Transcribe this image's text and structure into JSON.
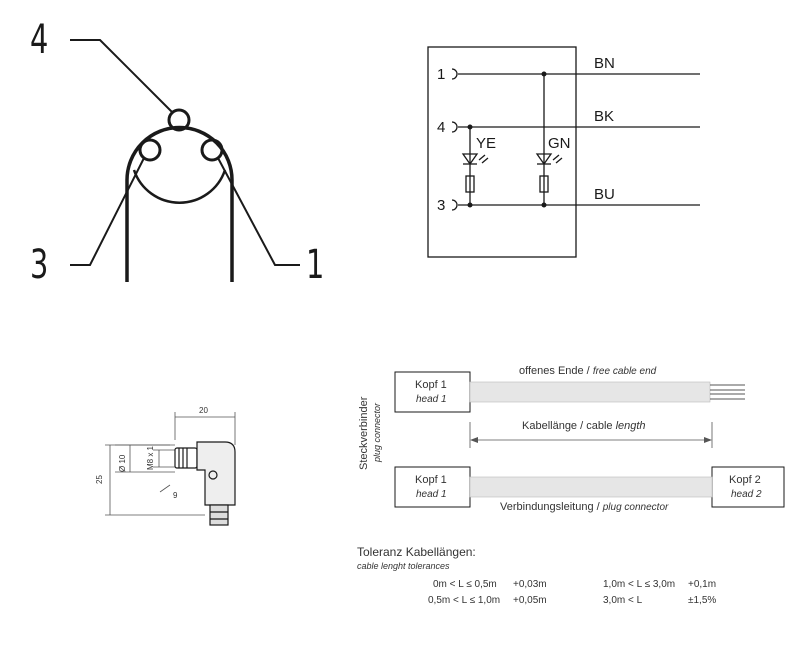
{
  "pin_view": {
    "pins": [
      "4",
      "3",
      "1"
    ]
  },
  "schematic": {
    "pins": [
      "1",
      "4",
      "3"
    ],
    "wires": [
      "BN",
      "BK",
      "BU"
    ],
    "leds": [
      "YE",
      "GN"
    ]
  },
  "dimensions": {
    "width": "20",
    "height": "25",
    "diameter": "Ø 10",
    "thread": "M8 x 1",
    "wrench": "9"
  },
  "cable": {
    "vertical_label": "Steckverbinder",
    "vertical_label_en": "plug connector",
    "head1": "Kopf 1",
    "head1_en": "head 1",
    "head2": "Kopf 2",
    "head2_en": "head 2",
    "free_end": "offenes Ende / ",
    "free_end_en": "free cable end",
    "cable_length": "Kabellänge / cable ",
    "cable_length_en": "length",
    "connection": "Verbindungsleitung / ",
    "connection_en": "plug connector"
  },
  "tolerance": {
    "title": "Toleranz Kabellängen:",
    "subtitle": "cable lenght tolerances",
    "rows": [
      {
        "range": "0m < L ≤ 0,5m",
        "value": "+0,03m"
      },
      {
        "range": "0,5m < L ≤ 1,0m",
        "value": "+0,05m"
      },
      {
        "range": "1,0m < L ≤ 3,0m",
        "value": "+0,1m"
      },
      {
        "range": "3,0m < L",
        "value": "±1,5%"
      }
    ]
  }
}
